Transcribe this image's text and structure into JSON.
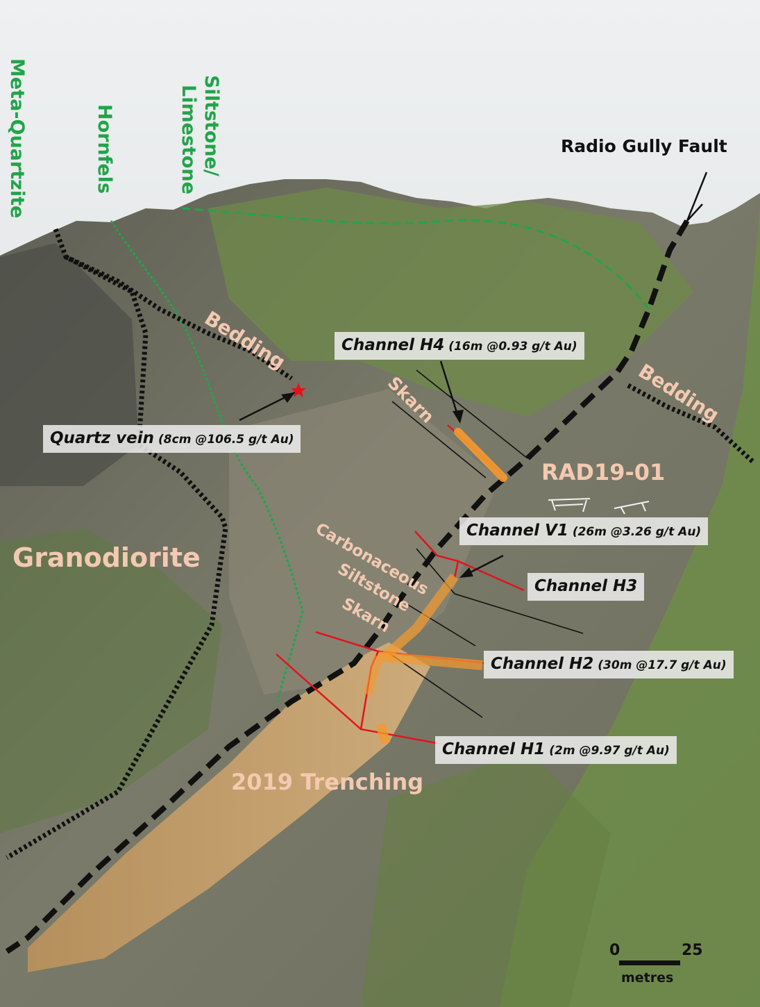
{
  "labels": {
    "meta_quartzite": "Meta-Quartzite",
    "hornfels": "Hornfels",
    "siltstone_line1": "Siltstone/",
    "siltstone_line2": "Limestone",
    "radio_gully_fault": "Radio Gully Fault",
    "bedding_left": "Bedding",
    "bedding_right": "Bedding",
    "skarn_upper": "Skarn",
    "skarn_lower": "Skarn",
    "carbonaceous": "Carbonaceous",
    "siltstone": "Siltstone",
    "granodiorite": "Granodiorite",
    "rad19": "RAD19-01",
    "trenching": "2019 Trenching"
  },
  "callouts": {
    "h4": {
      "name": "Channel H4",
      "detail": "(16m @0.93 g/t Au)"
    },
    "qv": {
      "name": "Quartz vein",
      "detail": "(8cm @106.5 g/t Au)"
    },
    "v1": {
      "name": "Channel V1",
      "detail": "(26m @3.26 g/t Au)"
    },
    "h3": {
      "name": "Channel H3",
      "detail": ""
    },
    "h2": {
      "name": "Channel H2",
      "detail": "(30m @17.7 g/t Au)"
    },
    "h1": {
      "name": "Channel H1",
      "detail": "(2m @9.97 g/t Au)"
    }
  },
  "scale": {
    "start": "0",
    "end": "25",
    "unit": "metres"
  },
  "colors": {
    "geology_line": "#22a44a",
    "fault_line": "#111111",
    "channel_line": "#e0141c",
    "channel_sample": "#f39a2e",
    "label_pink": "#f4c9b1",
    "sample_star": "#e4121b"
  }
}
